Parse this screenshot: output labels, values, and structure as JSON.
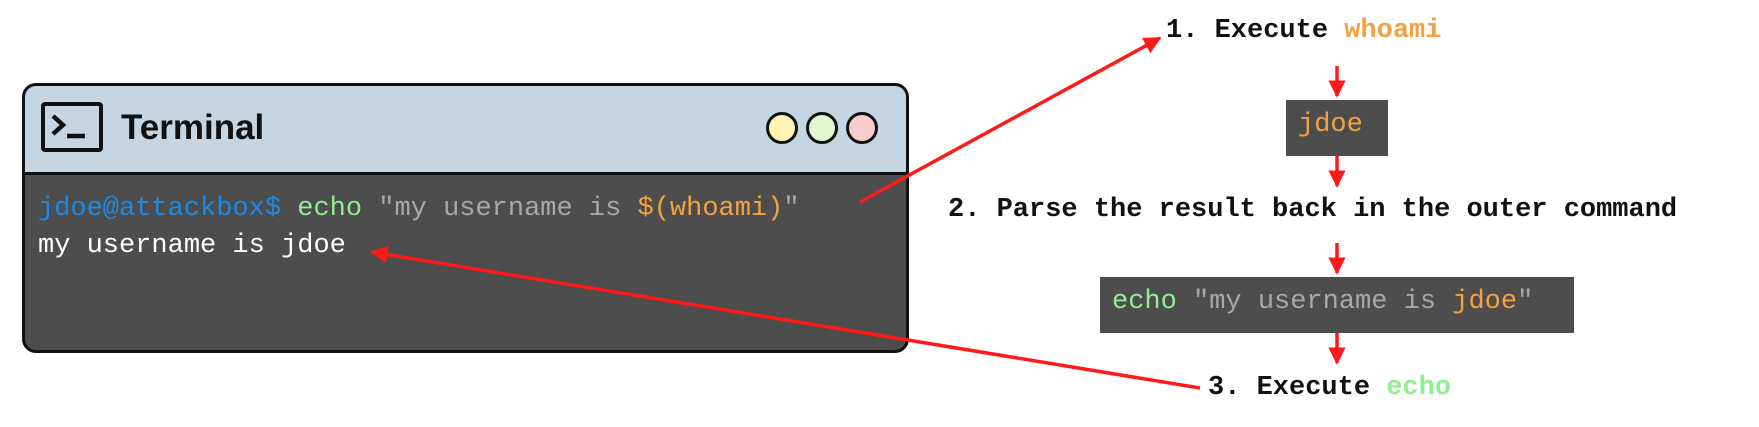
{
  "terminal": {
    "title": "Terminal",
    "prompt": "jdoe@attackbox$",
    "command": "echo",
    "string_open": "\"my username is ",
    "substitution": "$(whoami)",
    "string_close": "\"",
    "output": "my username is jdoe"
  },
  "steps": {
    "step1_prefix": "1. Execute ",
    "step1_cmd": "whoami",
    "result": "jdoe",
    "step2": "2. Parse the result back in the outer command",
    "rebuilt_cmd": "echo",
    "rebuilt_str_open": "\"my username is ",
    "rebuilt_value": "jdoe",
    "rebuilt_str_close": "\"",
    "step3_prefix": "3. Execute ",
    "step3_cmd": "echo"
  },
  "colors": {
    "prompt": "#1e88e5",
    "command": "#90ee90",
    "string": "#a8a8a8",
    "substitution": "#f5a142",
    "arrow": "#ff1a1a",
    "terminal_header": "#c5d5e2",
    "terminal_body": "#4d4d4d"
  }
}
